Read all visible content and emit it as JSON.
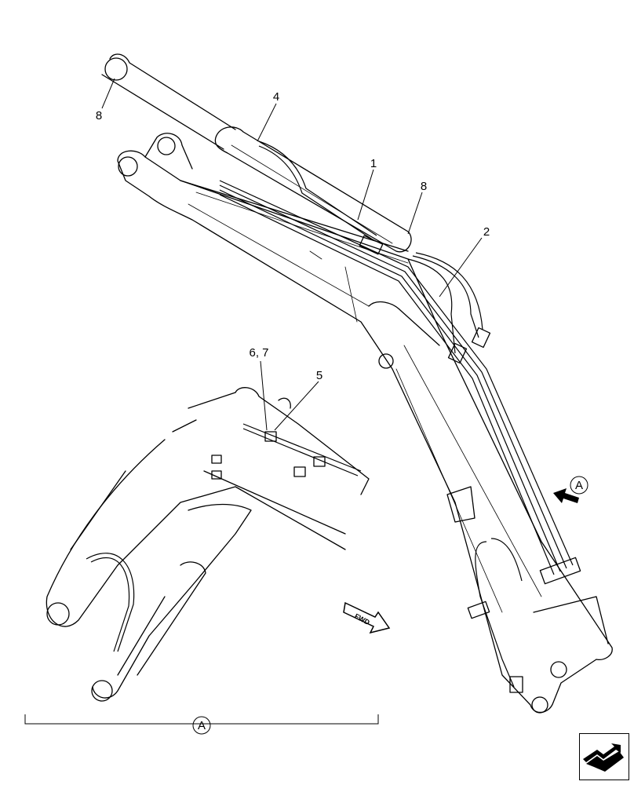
{
  "callouts": {
    "c1": "1",
    "c2": "2",
    "c4": "4",
    "c5": "5",
    "c67": "6, 7",
    "c8a": "8",
    "c8b": "8"
  },
  "view_ref": {
    "arrow_letter": "A",
    "section_letter": "A"
  },
  "fwd_label": "FWD",
  "nav_icon": "page-turn-icon"
}
